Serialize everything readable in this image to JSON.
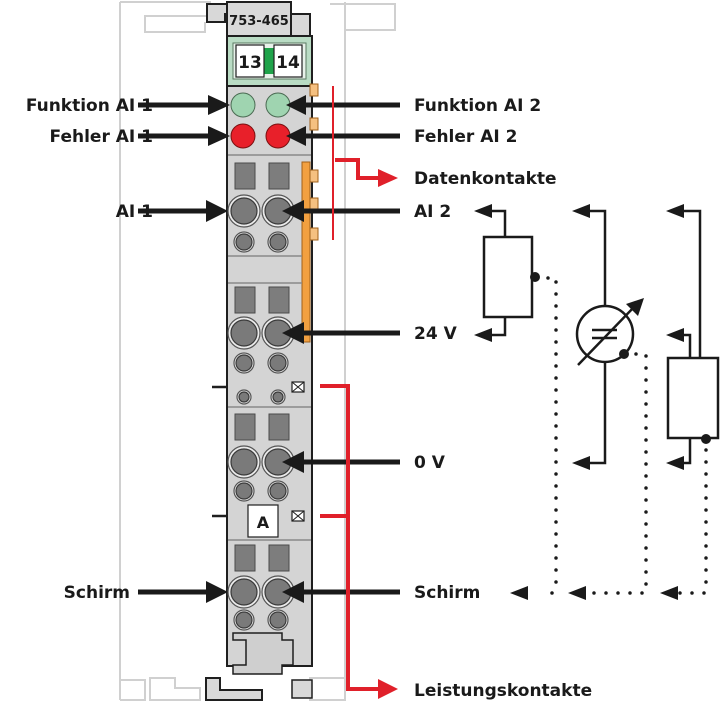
{
  "module": {
    "part_number": "753-465",
    "channel_labels": [
      "13",
      "14"
    ],
    "bottom_marker": "A",
    "colors": {
      "body": "#d4d4d4",
      "header_green": "#b9dcc4",
      "led_function": "#9fd4b0",
      "led_error": "#e8202a",
      "data_contact_orange": "#f2a040",
      "power_contact_red": "#e0202a"
    }
  },
  "labels_left": [
    {
      "id": "funktion-ai1",
      "text": "Funktion AI 1"
    },
    {
      "id": "fehler-ai1",
      "text": "Fehler AI 1"
    },
    {
      "id": "ai1",
      "text": "AI 1"
    },
    {
      "id": "schirm-left",
      "text": "Schirm"
    }
  ],
  "labels_right": [
    {
      "id": "funktion-ai2",
      "text": "Funktion AI 2"
    },
    {
      "id": "fehler-ai2",
      "text": "Fehler AI 2"
    },
    {
      "id": "datenkontakte",
      "text": "Datenkontakte"
    },
    {
      "id": "ai2",
      "text": "AI 2"
    },
    {
      "id": "v24",
      "text": "24 V"
    },
    {
      "id": "v0",
      "text": "0 V"
    },
    {
      "id": "schirm-right",
      "text": "Schirm"
    },
    {
      "id": "leistungskontakte",
      "text": "Leistungskontakte"
    }
  ],
  "schematic": {
    "elements": [
      "potentiometer-sensor",
      "current-source-sensor",
      "resistive-sensor"
    ],
    "shield_connection": "dotted"
  }
}
